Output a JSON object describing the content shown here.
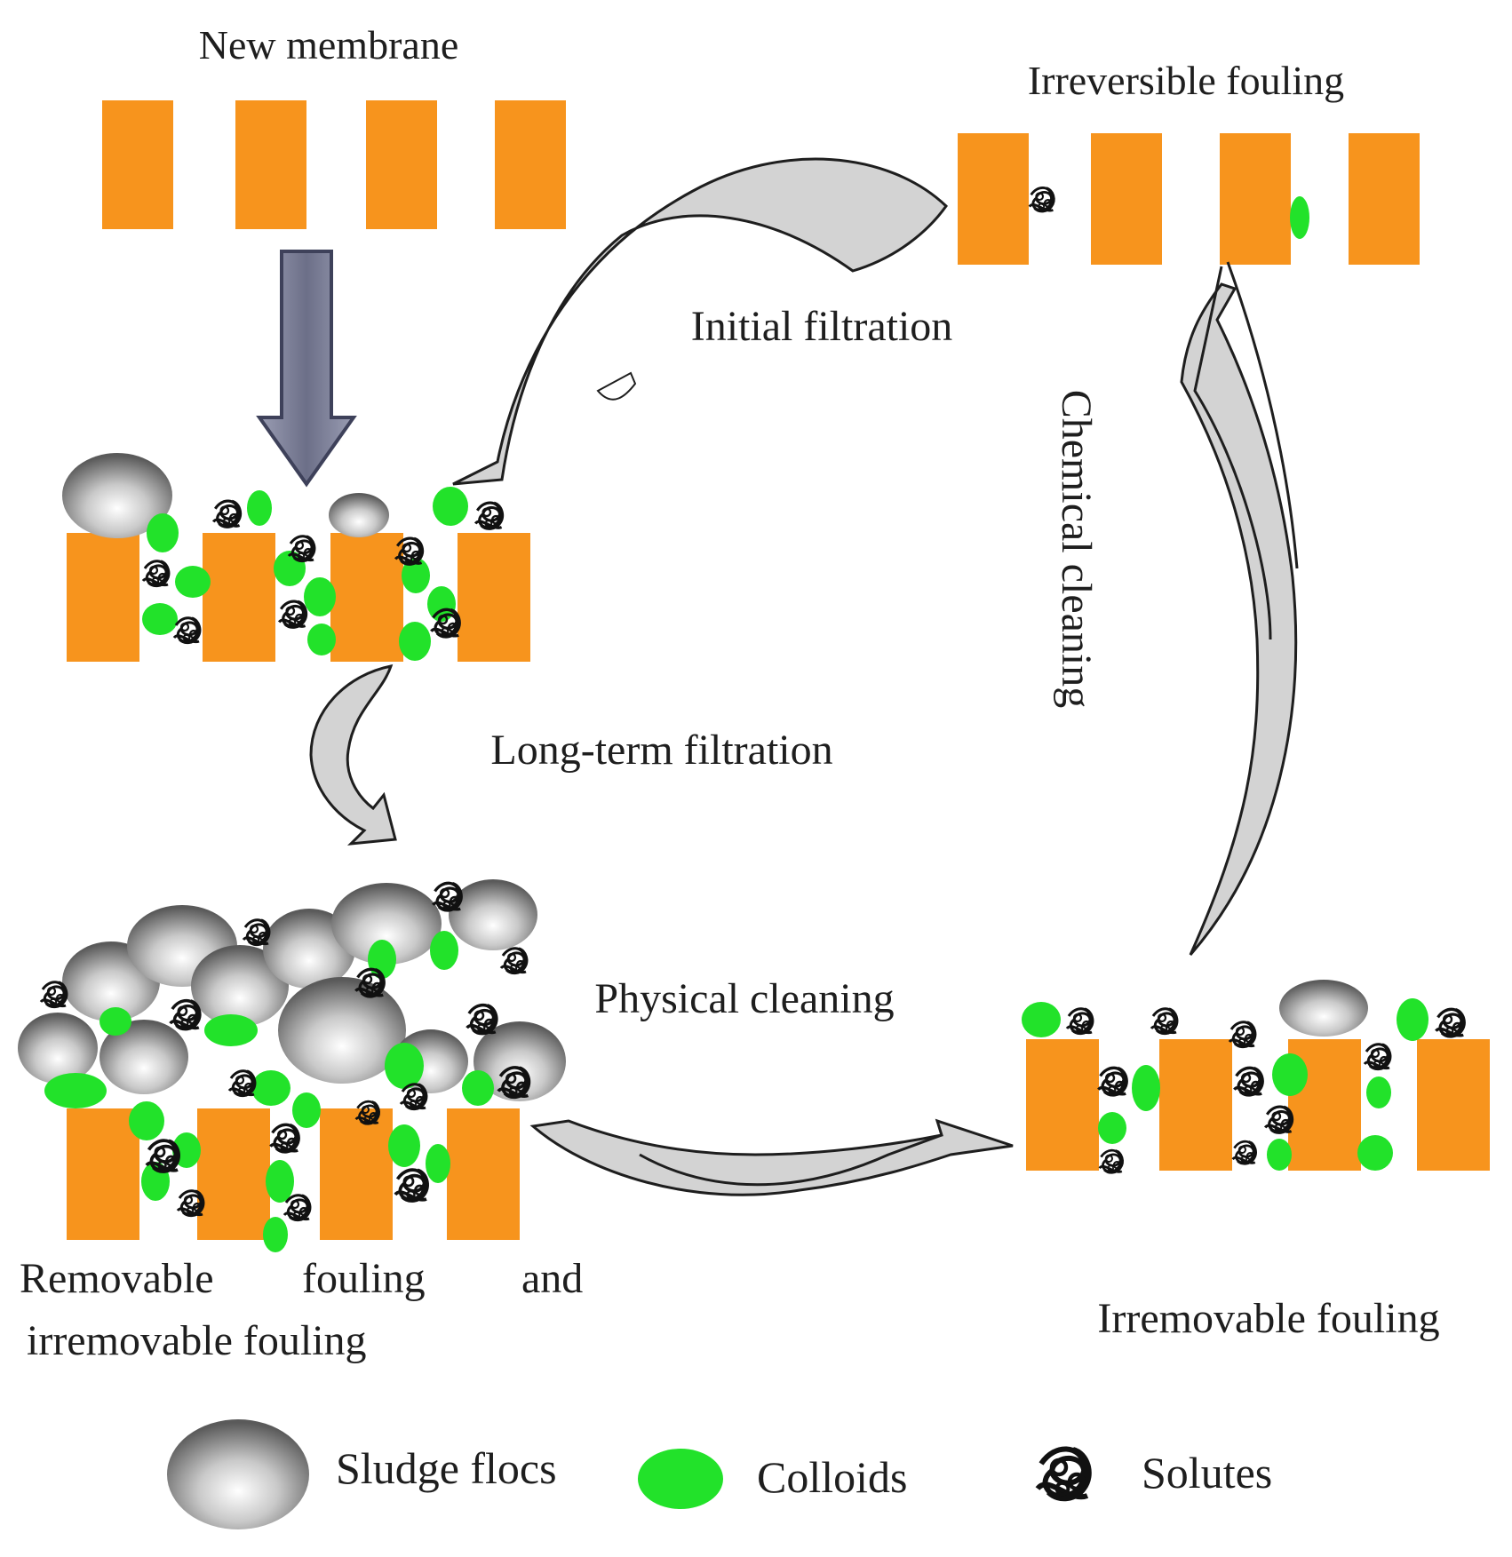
{
  "labels": {
    "new_membrane": "New membrane",
    "irreversible_fouling": "Irreversible fouling",
    "initial_filtration": "Initial filtration",
    "long_term_filtration": "Long-term filtration",
    "chemical_cleaning": "Chemical cleaning",
    "physical_cleaning": "Physical cleaning",
    "removable_fouling_line1_word1": "Removable",
    "removable_fouling_line1_word2": "fouling",
    "removable_fouling_line1_word3": "and",
    "removable_fouling_line2": "irremovable fouling",
    "irremovable_fouling": "Irremovable fouling"
  },
  "legend": [
    {
      "label": "Sludge flocs",
      "icon": "sludge-floc-icon"
    },
    {
      "label": "Colloids",
      "icon": "colloid-icon"
    },
    {
      "label": "Solutes",
      "icon": "solute-icon"
    }
  ],
  "colors": {
    "membrane": "#f7941d",
    "colloid": "#22e22a",
    "sludge_light": "#ffffff",
    "sludge_dark": "#5a5a5a",
    "process_arrow": "#d3d3d3",
    "down_arrow": "#7a7d95",
    "text": "#1e1e1e"
  }
}
